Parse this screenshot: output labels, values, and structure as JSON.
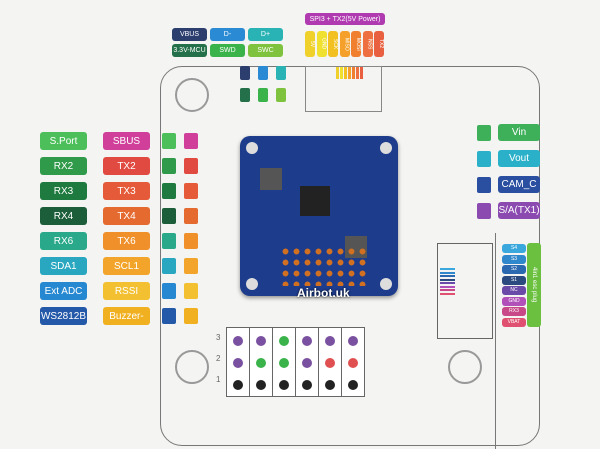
{
  "top_labels": [
    {
      "t": "VBUS",
      "c": "#2c3e6e"
    },
    {
      "t": "D-",
      "c": "#2a8ad4"
    },
    {
      "t": "D+",
      "c": "#2ab3b5"
    },
    {
      "t": "3.3V-MCU",
      "c": "#23704a"
    },
    {
      "t": "SWD",
      "c": "#3ab34a"
    },
    {
      "t": "SWC",
      "c": "#7fc23e"
    }
  ],
  "spi_title": "SPI3 + TX2(5V Power)",
  "spi_pins": [
    {
      "t": "5V",
      "c": "#f0d02a"
    },
    {
      "t": "GND",
      "c": "#f0e030"
    },
    {
      "t": "SCK",
      "c": "#f2c020"
    },
    {
      "t": "MISO",
      "c": "#f5a02a"
    },
    {
      "t": "MOSI",
      "c": "#f08030"
    },
    {
      "t": "NSS",
      "c": "#ee7040"
    },
    {
      "t": "TX2",
      "c": "#e86040"
    }
  ],
  "left_col1": [
    {
      "t": "S.Port",
      "c": "#4cbf5a"
    },
    {
      "t": "RX2",
      "c": "#2f9a4a"
    },
    {
      "t": "RX3",
      "c": "#1e7a3e"
    },
    {
      "t": "RX4",
      "c": "#1d5e3a"
    },
    {
      "t": "RX6",
      "c": "#2aa88a"
    },
    {
      "t": "SDA1",
      "c": "#2aa7c0"
    },
    {
      "t": "Ext ADC",
      "c": "#2688d0"
    },
    {
      "t": "WS2812B",
      "c": "#2458a8"
    }
  ],
  "left_col2": [
    {
      "t": "SBUS",
      "c": "#d0409a"
    },
    {
      "t": "TX2",
      "c": "#e04a40"
    },
    {
      "t": "TX3",
      "c": "#e55a38"
    },
    {
      "t": "TX4",
      "c": "#e46a30"
    },
    {
      "t": "TX6",
      "c": "#f0902a"
    },
    {
      "t": "SCL1",
      "c": "#f2a52a"
    },
    {
      "t": "RSSI",
      "c": "#f2c030"
    },
    {
      "t": "Buzzer-",
      "c": "#f0b020"
    }
  ],
  "right_labels": [
    {
      "t": "Vin",
      "c": "#3eb05a"
    },
    {
      "t": "Vout",
      "c": "#2ab0c8"
    },
    {
      "t": "CAM_C",
      "c": "#2b4fa0"
    },
    {
      "t": "S/A(TX1)",
      "c": "#8a4ab0"
    }
  ],
  "esc_pins": [
    {
      "t": "S4",
      "c": "#3aa8dc"
    },
    {
      "t": "S3",
      "c": "#3088cc"
    },
    {
      "t": "S2",
      "c": "#2a68b0"
    },
    {
      "t": "S1",
      "c": "#2a4a80"
    },
    {
      "t": "NC",
      "c": "#6a4aa8"
    },
    {
      "t": "GND",
      "c": "#b050b8"
    },
    {
      "t": "RX3",
      "c": "#c84888"
    },
    {
      "t": "VBAT",
      "c": "#e05070"
    }
  ],
  "esc_label": "4in1 esc plug",
  "brand": "Airbot.uk",
  "header_rows": [
    "3",
    "2",
    "1"
  ]
}
